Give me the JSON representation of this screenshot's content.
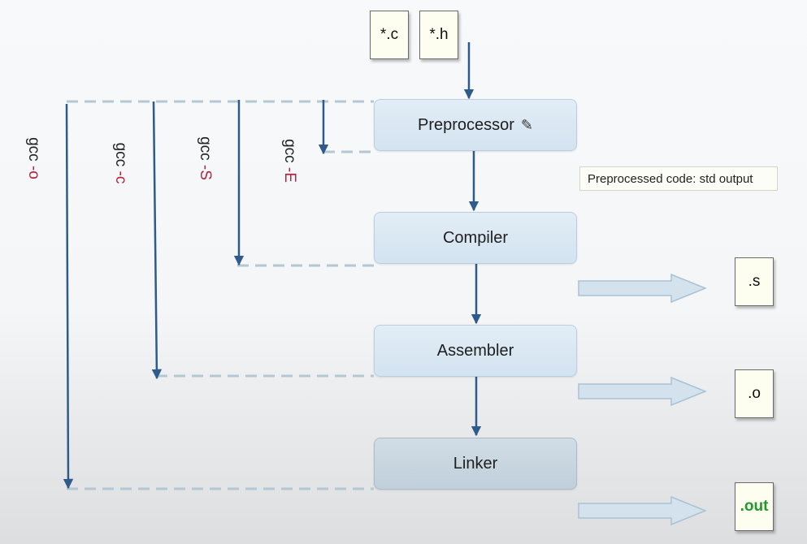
{
  "inputs": [
    {
      "label": "*.c"
    },
    {
      "label": "*.h"
    }
  ],
  "stages": [
    {
      "label": "Preprocessor",
      "icon": "pencil-icon"
    },
    {
      "label": "Compiler"
    },
    {
      "label": "Assembler"
    },
    {
      "label": "Linker"
    }
  ],
  "outputs": [
    {
      "label": ".s"
    },
    {
      "label": ".o"
    },
    {
      "label": ".out",
      "color": "#1f9a2a"
    }
  ],
  "tooltip": {
    "text": "Preprocessed code: std output"
  },
  "gcc_options": [
    {
      "base": "gcc ",
      "flag": "-o"
    },
    {
      "base": "gcc ",
      "flag": "-c"
    },
    {
      "base": "gcc ",
      "flag": "-S"
    },
    {
      "base": "gcc ",
      "flag": "-E"
    }
  ],
  "colors": {
    "arrow": "#2d5b8c",
    "dashed": "#b5c7d3",
    "flag": "#b2233c",
    "out_arrow_fill": "#d3e2ec"
  }
}
